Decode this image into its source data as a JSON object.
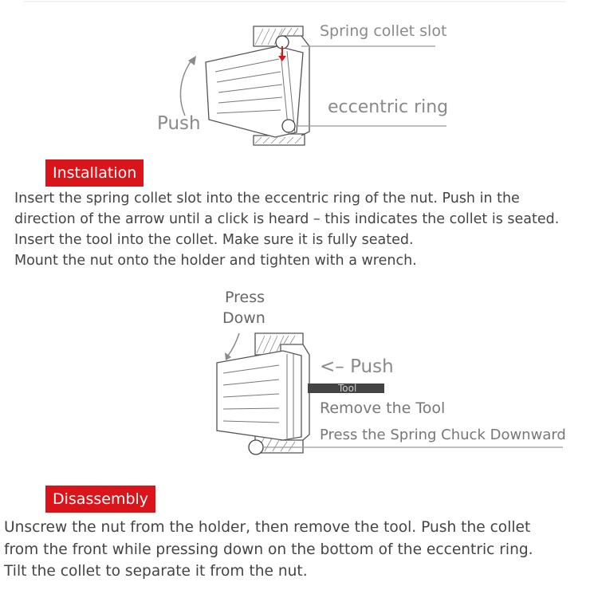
{
  "diagram1": {
    "label_slot": "Spring collet slot",
    "label_ring": "eccentric ring",
    "label_push": "Push"
  },
  "installation": {
    "badge": "Installation",
    "lines": [
      "Insert the spring collet slot into the eccentric ring of the nut. Push in the",
      "direction of the arrow until a click is heard – this indicates the collet is seated.",
      "Insert the tool into the collet. Make sure it is fully seated.",
      "Mount the nut onto the holder and tighten with a wrench."
    ]
  },
  "diagram2": {
    "label_press": "Press",
    "label_down": "Down",
    "label_push": "<– Push",
    "label_tool": "Tool",
    "label_remove": "Remove the Tool",
    "label_press_chuck": "Press the Spring Chuck Downward"
  },
  "disassembly": {
    "badge": "Disassembly",
    "lines": [
      "Unscrew the nut from the holder, then remove the tool. Push the collet",
      "from the front while pressing down on the bottom of the eccentric ring.",
      "Tilt the collet to separate it from the nut."
    ]
  },
  "colors": {
    "accent": "#d9141b",
    "label_gray": "#8a8a8a",
    "line_gray": "#9a9a9a"
  }
}
